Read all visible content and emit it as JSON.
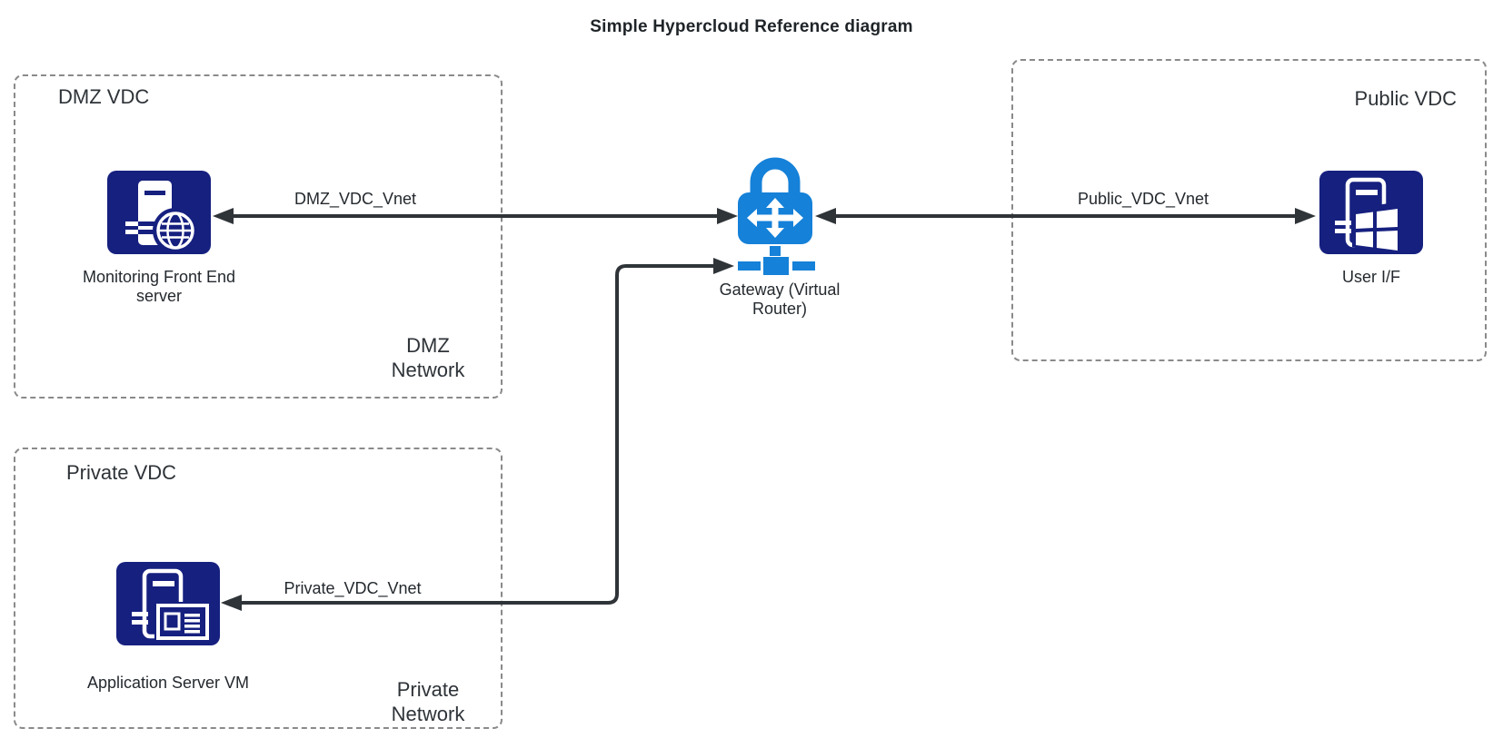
{
  "title": "Simple Hypercloud Reference diagram",
  "zones": {
    "dmz": {
      "label": "DMZ VDC",
      "network_label": "DMZ Network"
    },
    "private": {
      "label": "Private VDC",
      "network_label": "Private Network"
    },
    "public": {
      "label": "Public VDC"
    }
  },
  "nodes": {
    "monitoring": {
      "label": "Monitoring Front End server",
      "icon": "server-globe-icon",
      "zone": "dmz"
    },
    "app_server": {
      "label": "Application Server VM",
      "icon": "server-vm-icon",
      "zone": "private"
    },
    "user_if": {
      "label": "User I/F",
      "icon": "server-windows-icon",
      "zone": "public"
    },
    "gateway": {
      "label": "Gateway (Virtual Router)",
      "icon": "gateway-lock-router-icon",
      "zone": "none"
    }
  },
  "connections": [
    {
      "label": "DMZ_VDC_Vnet",
      "from": "gateway",
      "to": "monitoring",
      "style": "double-arrow-straight"
    },
    {
      "label": "Public_VDC_Vnet",
      "from": "gateway",
      "to": "user_if",
      "style": "double-arrow-straight"
    },
    {
      "label": "Private_VDC_Vnet",
      "from": "gateway",
      "to": "app_server",
      "style": "double-arrow-elbow"
    }
  ],
  "colors": {
    "icon_navy": "#16207f",
    "gateway_blue": "#1581d8",
    "arrow": "#2f3438",
    "dashed_border": "#8a8a8a",
    "text": "#2e3338",
    "background": "#ffffff"
  }
}
